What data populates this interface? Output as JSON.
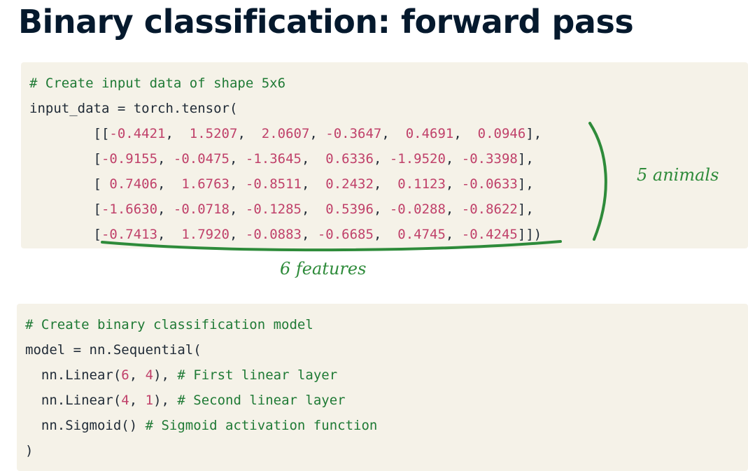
{
  "title": "Binary classification: forward pass",
  "code_block_1": {
    "lines": [
      {
        "parts": [
          {
            "text": "# Create input data of shape 5x6",
            "kind": "comment"
          }
        ]
      },
      {
        "parts": [
          {
            "text": "input_data = torch.tensor(",
            "kind": "plain"
          }
        ]
      },
      {
        "parts": [
          {
            "text": "        [[",
            "kind": "plain"
          },
          {
            "text": "-0.4421",
            "kind": "num"
          },
          {
            "text": ",  ",
            "kind": "plain"
          },
          {
            "text": "1.5207",
            "kind": "num"
          },
          {
            "text": ",  ",
            "kind": "plain"
          },
          {
            "text": "2.0607",
            "kind": "num"
          },
          {
            "text": ", ",
            "kind": "plain"
          },
          {
            "text": "-0.3647",
            "kind": "num"
          },
          {
            "text": ",  ",
            "kind": "plain"
          },
          {
            "text": "0.4691",
            "kind": "num"
          },
          {
            "text": ",  ",
            "kind": "plain"
          },
          {
            "text": "0.0946",
            "kind": "num"
          },
          {
            "text": "],",
            "kind": "plain"
          }
        ]
      },
      {
        "parts": [
          {
            "text": "        [",
            "kind": "plain"
          },
          {
            "text": "-0.9155",
            "kind": "num"
          },
          {
            "text": ", ",
            "kind": "plain"
          },
          {
            "text": "-0.0475",
            "kind": "num"
          },
          {
            "text": ", ",
            "kind": "plain"
          },
          {
            "text": "-1.3645",
            "kind": "num"
          },
          {
            "text": ",  ",
            "kind": "plain"
          },
          {
            "text": "0.6336",
            "kind": "num"
          },
          {
            "text": ", ",
            "kind": "plain"
          },
          {
            "text": "-1.9520",
            "kind": "num"
          },
          {
            "text": ", ",
            "kind": "plain"
          },
          {
            "text": "-0.3398",
            "kind": "num"
          },
          {
            "text": "],",
            "kind": "plain"
          }
        ]
      },
      {
        "parts": [
          {
            "text": "        [ ",
            "kind": "plain"
          },
          {
            "text": "0.7406",
            "kind": "num"
          },
          {
            "text": ",  ",
            "kind": "plain"
          },
          {
            "text": "1.6763",
            "kind": "num"
          },
          {
            "text": ", ",
            "kind": "plain"
          },
          {
            "text": "-0.8511",
            "kind": "num"
          },
          {
            "text": ",  ",
            "kind": "plain"
          },
          {
            "text": "0.2432",
            "kind": "num"
          },
          {
            "text": ",  ",
            "kind": "plain"
          },
          {
            "text": "0.1123",
            "kind": "num"
          },
          {
            "text": ", ",
            "kind": "plain"
          },
          {
            "text": "-0.0633",
            "kind": "num"
          },
          {
            "text": "],",
            "kind": "plain"
          }
        ]
      },
      {
        "parts": [
          {
            "text": "        [",
            "kind": "plain"
          },
          {
            "text": "-1.6630",
            "kind": "num"
          },
          {
            "text": ", ",
            "kind": "plain"
          },
          {
            "text": "-0.0718",
            "kind": "num"
          },
          {
            "text": ", ",
            "kind": "plain"
          },
          {
            "text": "-0.1285",
            "kind": "num"
          },
          {
            "text": ",  ",
            "kind": "plain"
          },
          {
            "text": "0.5396",
            "kind": "num"
          },
          {
            "text": ", ",
            "kind": "plain"
          },
          {
            "text": "-0.0288",
            "kind": "num"
          },
          {
            "text": ", ",
            "kind": "plain"
          },
          {
            "text": "-0.8622",
            "kind": "num"
          },
          {
            "text": "],",
            "kind": "plain"
          }
        ]
      },
      {
        "parts": [
          {
            "text": "        [",
            "kind": "plain"
          },
          {
            "text": "-0.7413",
            "kind": "num"
          },
          {
            "text": ",  ",
            "kind": "plain"
          },
          {
            "text": "1.7920",
            "kind": "num"
          },
          {
            "text": ", ",
            "kind": "plain"
          },
          {
            "text": "-0.0883",
            "kind": "num"
          },
          {
            "text": ", ",
            "kind": "plain"
          },
          {
            "text": "-0.6685",
            "kind": "num"
          },
          {
            "text": ",  ",
            "kind": "plain"
          },
          {
            "text": "0.4745",
            "kind": "num"
          },
          {
            "text": ", ",
            "kind": "plain"
          },
          {
            "text": "-0.4245",
            "kind": "num"
          },
          {
            "text": "]])",
            "kind": "plain"
          }
        ]
      }
    ]
  },
  "code_block_2": {
    "lines": [
      {
        "parts": [
          {
            "text": "# Create binary classification model",
            "kind": "comment"
          }
        ]
      },
      {
        "parts": [
          {
            "text": "model = nn.Sequential(",
            "kind": "plain"
          }
        ]
      },
      {
        "parts": [
          {
            "text": "  nn.Linear(",
            "kind": "plain"
          },
          {
            "text": "6",
            "kind": "num"
          },
          {
            "text": ", ",
            "kind": "plain"
          },
          {
            "text": "4",
            "kind": "num"
          },
          {
            "text": "), ",
            "kind": "plain"
          },
          {
            "text": "# First linear layer",
            "kind": "comment"
          }
        ]
      },
      {
        "parts": [
          {
            "text": "  nn.Linear(",
            "kind": "plain"
          },
          {
            "text": "4",
            "kind": "num"
          },
          {
            "text": ", ",
            "kind": "plain"
          },
          {
            "text": "1",
            "kind": "num"
          },
          {
            "text": "), ",
            "kind": "plain"
          },
          {
            "text": "# Second linear layer",
            "kind": "comment"
          }
        ]
      },
      {
        "parts": [
          {
            "text": "  nn.Sigmoid() ",
            "kind": "plain"
          },
          {
            "text": "# Sigmoid activation function",
            "kind": "comment"
          }
        ]
      },
      {
        "parts": [
          {
            "text": ")",
            "kind": "plain"
          }
        ]
      }
    ]
  },
  "annotations": {
    "rows_label": "5 animals",
    "columns_label": "6 features"
  },
  "colors": {
    "background": "#ffffff",
    "code_background": "#f5f2e8",
    "title": "#05192d",
    "comment": "#1f7a35",
    "number": "#c0416a",
    "annotation": "#2e8b3a"
  }
}
